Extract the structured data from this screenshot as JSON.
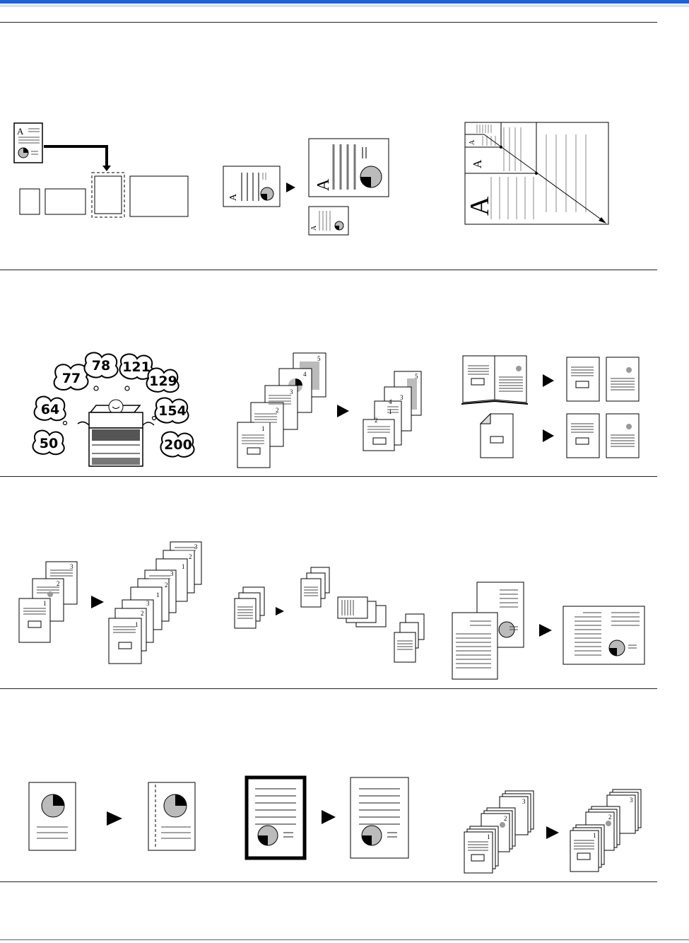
{
  "colors": {
    "accent": "#1f5fd8",
    "rule": "#222222",
    "tint": "#bdbdbd"
  },
  "icons": [
    "original-document-icon",
    "paper-size-icon",
    "arrow-right-icon",
    "copier-icon"
  ],
  "row1": {
    "autopaper_letter": "A",
    "zoom_letter_small": "A",
    "zoom_letter_large": "A",
    "zoom_letter_out": "A",
    "enlarge_small": "A",
    "enlarge_mid": "A",
    "enlarge_large": "A"
  },
  "row2": {
    "zoom_numbers": [
      "77",
      "78",
      "121",
      "129",
      "64",
      "154",
      "50",
      "200"
    ],
    "page_numbers": [
      "1",
      "2",
      "3",
      "4",
      "5"
    ],
    "fold_numbers": [
      "1",
      "2",
      "3",
      "4",
      "5"
    ]
  },
  "row3": {
    "collate_in": [
      "1",
      "2",
      "3"
    ],
    "collate_out": [
      "1",
      "2",
      "3",
      "1",
      "2",
      "3",
      "1",
      "2",
      "3"
    ]
  },
  "row5": {
    "offset_in": [
      "1",
      "2",
      "3"
    ],
    "offset_out": [
      "1",
      "2",
      "3"
    ]
  }
}
